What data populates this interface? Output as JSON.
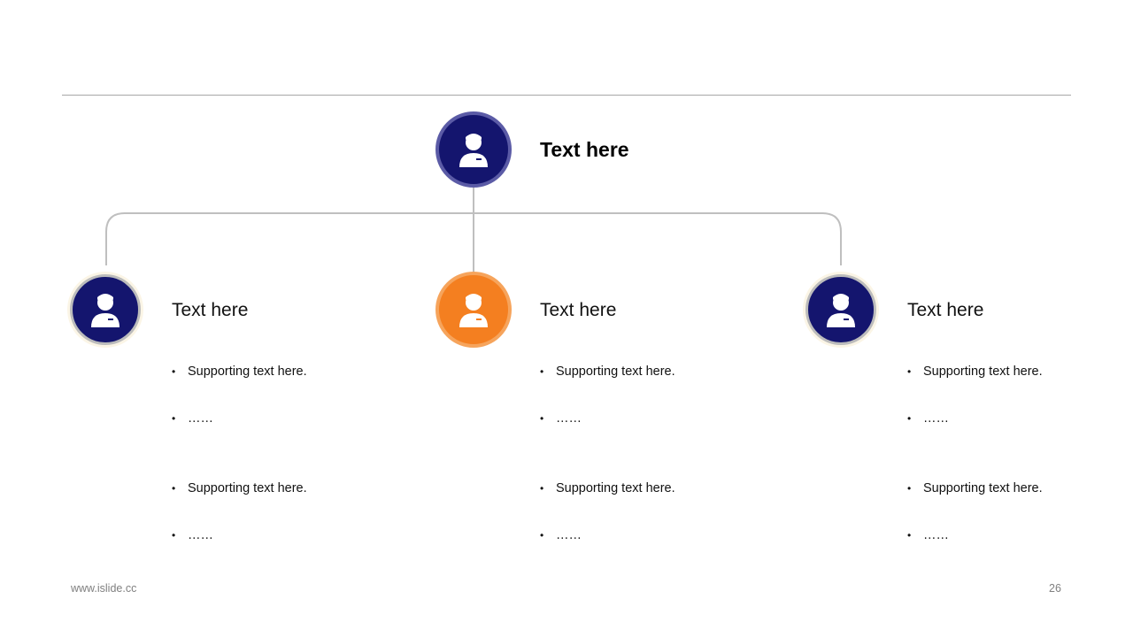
{
  "root": {
    "title": "Text here",
    "icon": "person-icon",
    "color": "#14156e"
  },
  "columns": [
    {
      "title": "Text here",
      "icon": "person-icon",
      "color": "#14156e",
      "bullets": [
        "Supporting text here.",
        "……",
        "Supporting text here.",
        "……"
      ]
    },
    {
      "title": "Text here",
      "icon": "person-icon",
      "color": "#f47f20",
      "bullets": [
        "Supporting text here.",
        "……",
        "Supporting text here.",
        "……"
      ]
    },
    {
      "title": "Text here",
      "icon": "person-icon",
      "color": "#14156e",
      "bullets": [
        "Supporting text here.",
        "……",
        "Supporting text here.",
        "……"
      ]
    }
  ],
  "footer": {
    "url": "www.islide.cc",
    "page": "26"
  }
}
